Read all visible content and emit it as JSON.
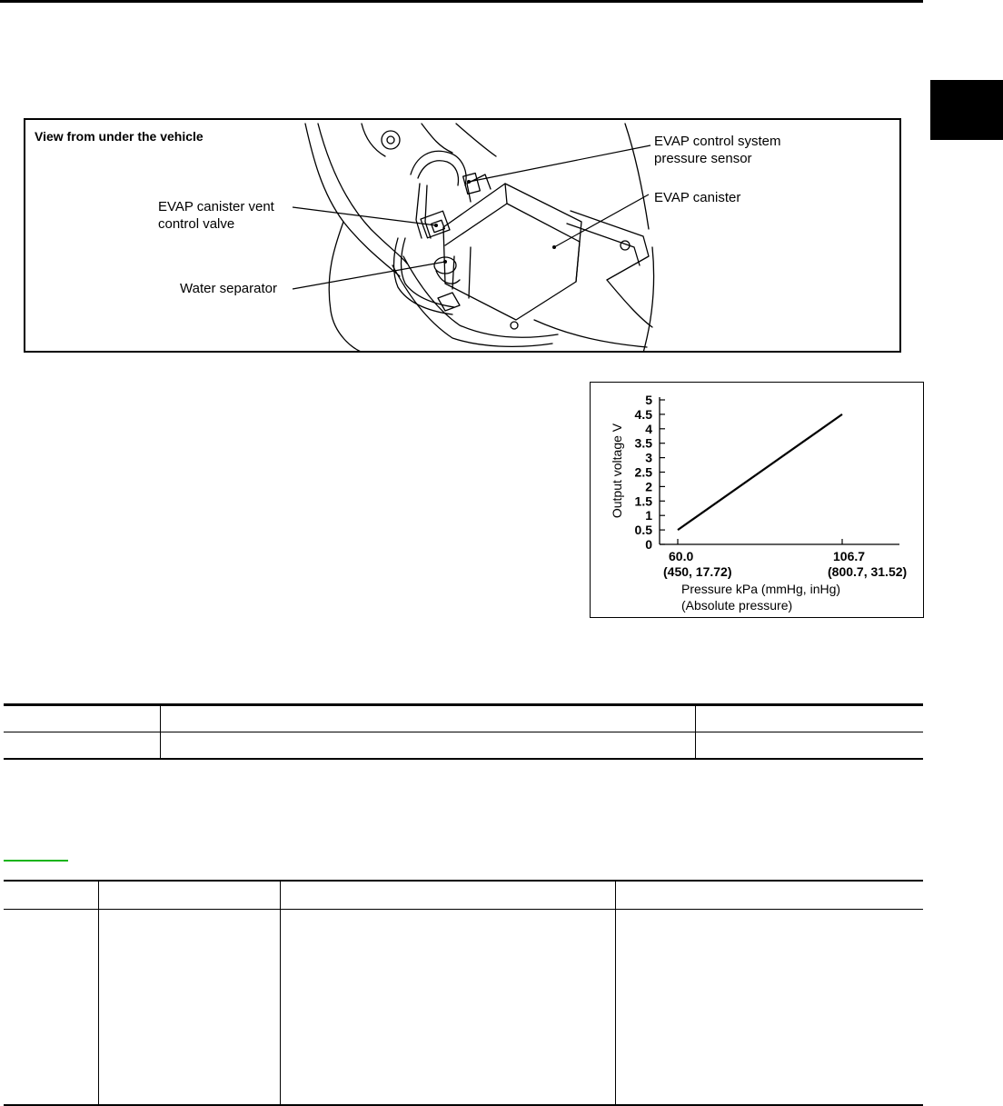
{
  "figure": {
    "caption": "View from under the vehicle",
    "callouts": {
      "pressure_sensor": [
        "EVAP control system",
        "pressure sensor"
      ],
      "canister": "EVAP canister",
      "vent_valve": [
        "EVAP canister vent",
        "control valve"
      ],
      "water_separator": "Water separator"
    }
  },
  "chart_data": {
    "type": "line",
    "ylabel": "Output voltage V",
    "xlabel": [
      "Pressure kPa (mmHg, inHg)",
      "(Absolute pressure)"
    ],
    "x_ticks": [
      {
        "value": "60.0",
        "sub": "(450, 17.72)"
      },
      {
        "value": "106.7",
        "sub": "(800.7, 31.52)"
      }
    ],
    "y_ticks": [
      "0",
      "0.5",
      "1",
      "1.5",
      "2",
      "2.5",
      "3",
      "3.5",
      "4",
      "4.5",
      "5"
    ],
    "ylim": [
      0,
      5
    ],
    "series": [
      {
        "x": [
          60.0,
          106.7
        ],
        "y": [
          0.5,
          4.5
        ]
      }
    ],
    "colors": {
      "line": "#000000",
      "grid": false
    }
  },
  "colors": {
    "link_underline": "#19b419"
  }
}
